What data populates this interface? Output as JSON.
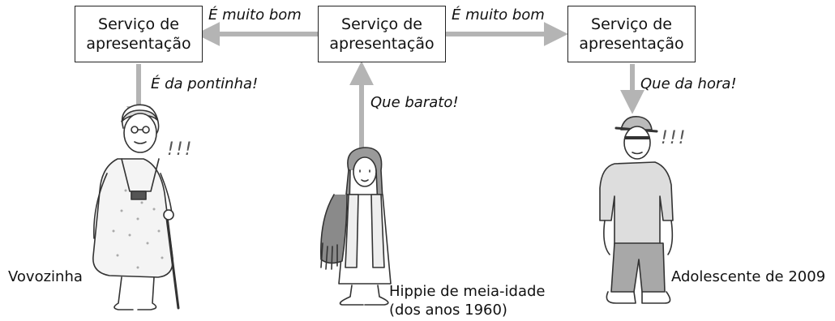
{
  "boxes": {
    "left": {
      "line1": "Serviço de",
      "line2": "apresentação"
    },
    "center": {
      "line1": "Serviço de",
      "line2": "apresentação"
    },
    "right": {
      "line1": "Serviço de",
      "line2": "apresentação"
    }
  },
  "arrow_labels": {
    "to_left": "É muito bom",
    "to_right": "É muito bom",
    "to_grandma": "É da pontinha!",
    "from_hippie": "Que barato!",
    "to_teen": "Que da hora!"
  },
  "exclamations": {
    "grandma": "!!!",
    "teen": "!!!"
  },
  "people": {
    "grandma": {
      "name": "Vovozinha"
    },
    "hippie": {
      "line1": "Hippie de meia-idade",
      "line2": "(dos anos 1960)"
    },
    "teen": {
      "name": "Adolescente de 2009"
    }
  },
  "colors": {
    "arrow": "#b4b4b4",
    "box_border": "#222222",
    "ink": "#333333",
    "shade": "#9a9a9a"
  }
}
